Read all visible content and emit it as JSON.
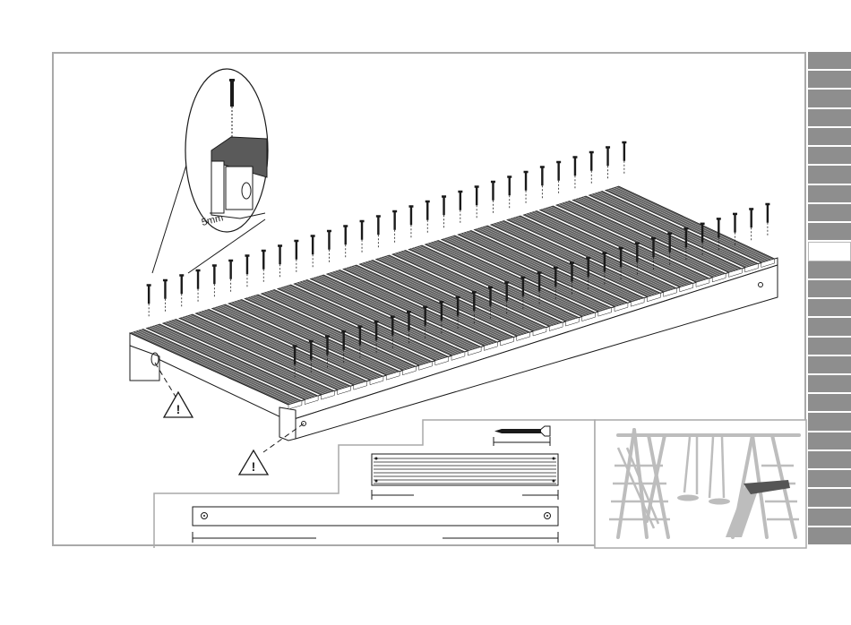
{
  "detail": {
    "gap_label": "5mm"
  },
  "side_tabs": {
    "count": 26,
    "active_index": 10,
    "tab_color": "#8e8e8e"
  },
  "warnings": [
    {
      "symbol": "!"
    },
    {
      "symbol": "!"
    }
  ],
  "colors": {
    "frame": "#a9a9a9",
    "line": "#1a1a1a",
    "board_grey": "#5a5a5a",
    "thumbnail_grey": "#bdbdbd"
  }
}
